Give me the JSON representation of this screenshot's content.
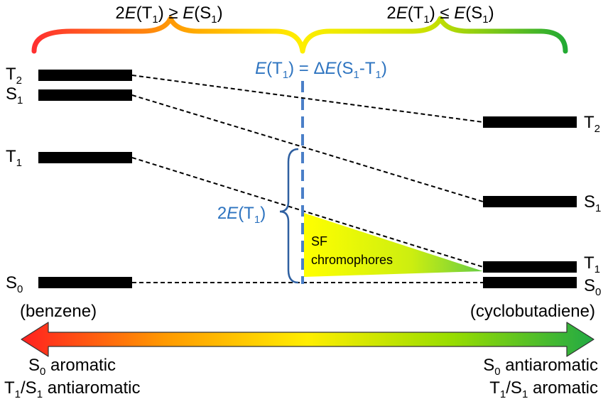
{
  "header": {
    "left": {
      "pre": "2",
      "E": "E",
      "o1": "(T",
      "s1": "1",
      "op": ") ≥ ",
      "E2": "E",
      "o2": "(S",
      "s2": "1",
      "c": ")"
    },
    "right": {
      "pre": "2",
      "E": "E",
      "o1": "(T",
      "s1": "1",
      "op": ") ≤ ",
      "E2": "E",
      "o2": "(S",
      "s2": "1",
      "c": ")"
    }
  },
  "threshold": {
    "E": "E",
    "a": "(T",
    "s1": "1",
    "b": ") = Δ",
    "E2": "E",
    "c": "(S",
    "s2": "1",
    "d": "-T",
    "s3": "1",
    "e": ")"
  },
  "gap_label": {
    "pre": "2",
    "E": "E",
    "a": "(T",
    "s": "1",
    "b": ")"
  },
  "left_levels": [
    {
      "main": "T",
      "sub": "2"
    },
    {
      "main": "S",
      "sub": "1"
    },
    {
      "main": "T",
      "sub": "1"
    },
    {
      "main": "S",
      "sub": "0"
    }
  ],
  "right_levels": [
    {
      "main": "T",
      "sub": "2"
    },
    {
      "main": "S",
      "sub": "1"
    },
    {
      "main": "T",
      "sub": "1"
    },
    {
      "main": "S",
      "sub": "0"
    }
  ],
  "sf_region": {
    "line1": "SF",
    "line2": "chromophores"
  },
  "molecules": {
    "left": "(benzene)",
    "right": "(cyclobutadiene)"
  },
  "bottom_left": {
    "l1_main": "S",
    "l1_sub": "0",
    "l1_rest": " aromatic",
    "l2_a": "T",
    "l2_s1": "1",
    "l2_b": "/S",
    "l2_s2": "1",
    "l2_rest": " antiaromatic"
  },
  "bottom_right": {
    "l1_main": "S",
    "l1_sub": "0",
    "l1_rest": " antiaromatic",
    "l2_a": "T",
    "l2_s1": "1",
    "l2_b": "/S",
    "l2_s2": "1",
    "l2_rest": " aromatic"
  },
  "colors": {
    "accent_blue": "#2e74c0",
    "red": "#ff2a2a",
    "yellow": "#ffee00",
    "green": "#22aa33"
  }
}
